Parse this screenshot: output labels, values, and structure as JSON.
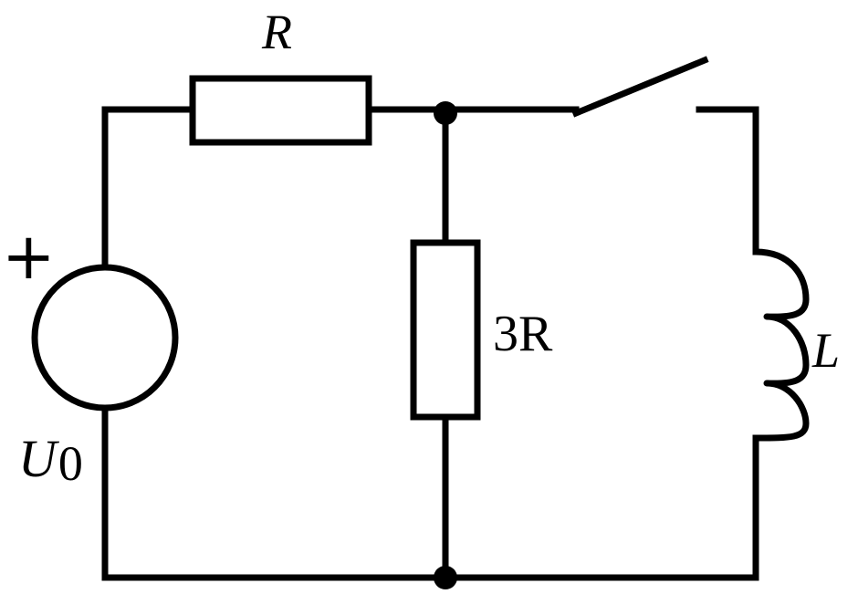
{
  "diagram": {
    "type": "circuit",
    "labels": {
      "resistor_top": "R",
      "resistor_middle": "3R",
      "inductor": "L",
      "source_polarity": "+",
      "source_main": "U",
      "source_subscript": "0"
    },
    "components": [
      {
        "kind": "voltage-source",
        "label": "U0"
      },
      {
        "kind": "resistor",
        "label": "R"
      },
      {
        "kind": "resistor",
        "label": "3R"
      },
      {
        "kind": "switch",
        "state": "open"
      },
      {
        "kind": "inductor",
        "label": "L"
      }
    ],
    "colors": {
      "line": "#000000",
      "background": "#ffffff"
    }
  }
}
